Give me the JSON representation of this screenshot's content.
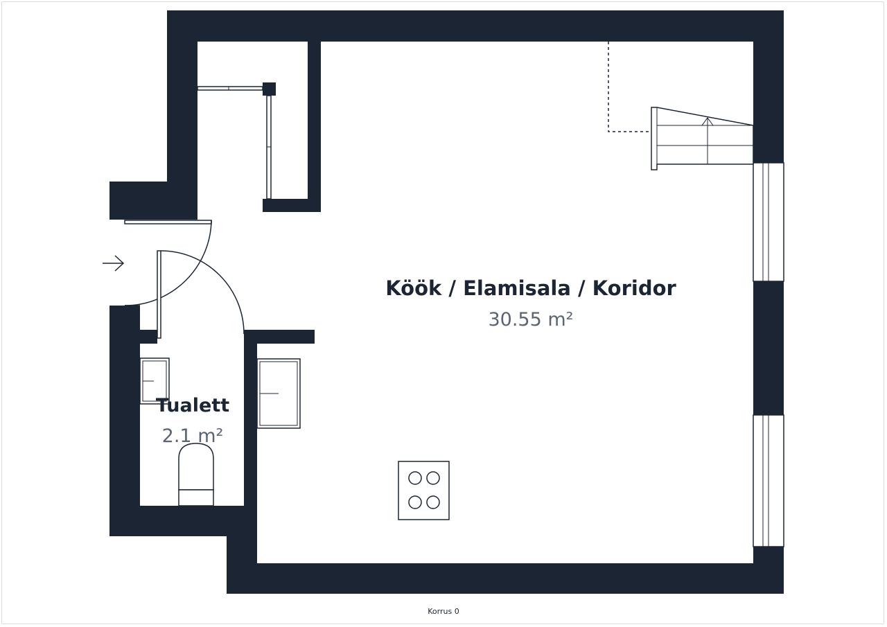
{
  "rooms": [
    {
      "name": "Köök / Elamisala / Koridor",
      "area": "30.55 m²"
    },
    {
      "name": "Tualett",
      "area": "2.1 m²"
    }
  ],
  "floor_label": "Korrus 0",
  "colors": {
    "wall": "#1c2533",
    "area_text": "#5b6473",
    "background": "#ffffff"
  },
  "icons": [
    "entrance-arrow-icon",
    "door-swing-icon",
    "stairs-icon",
    "stove-icon",
    "toilet-icon",
    "sink-icon"
  ]
}
